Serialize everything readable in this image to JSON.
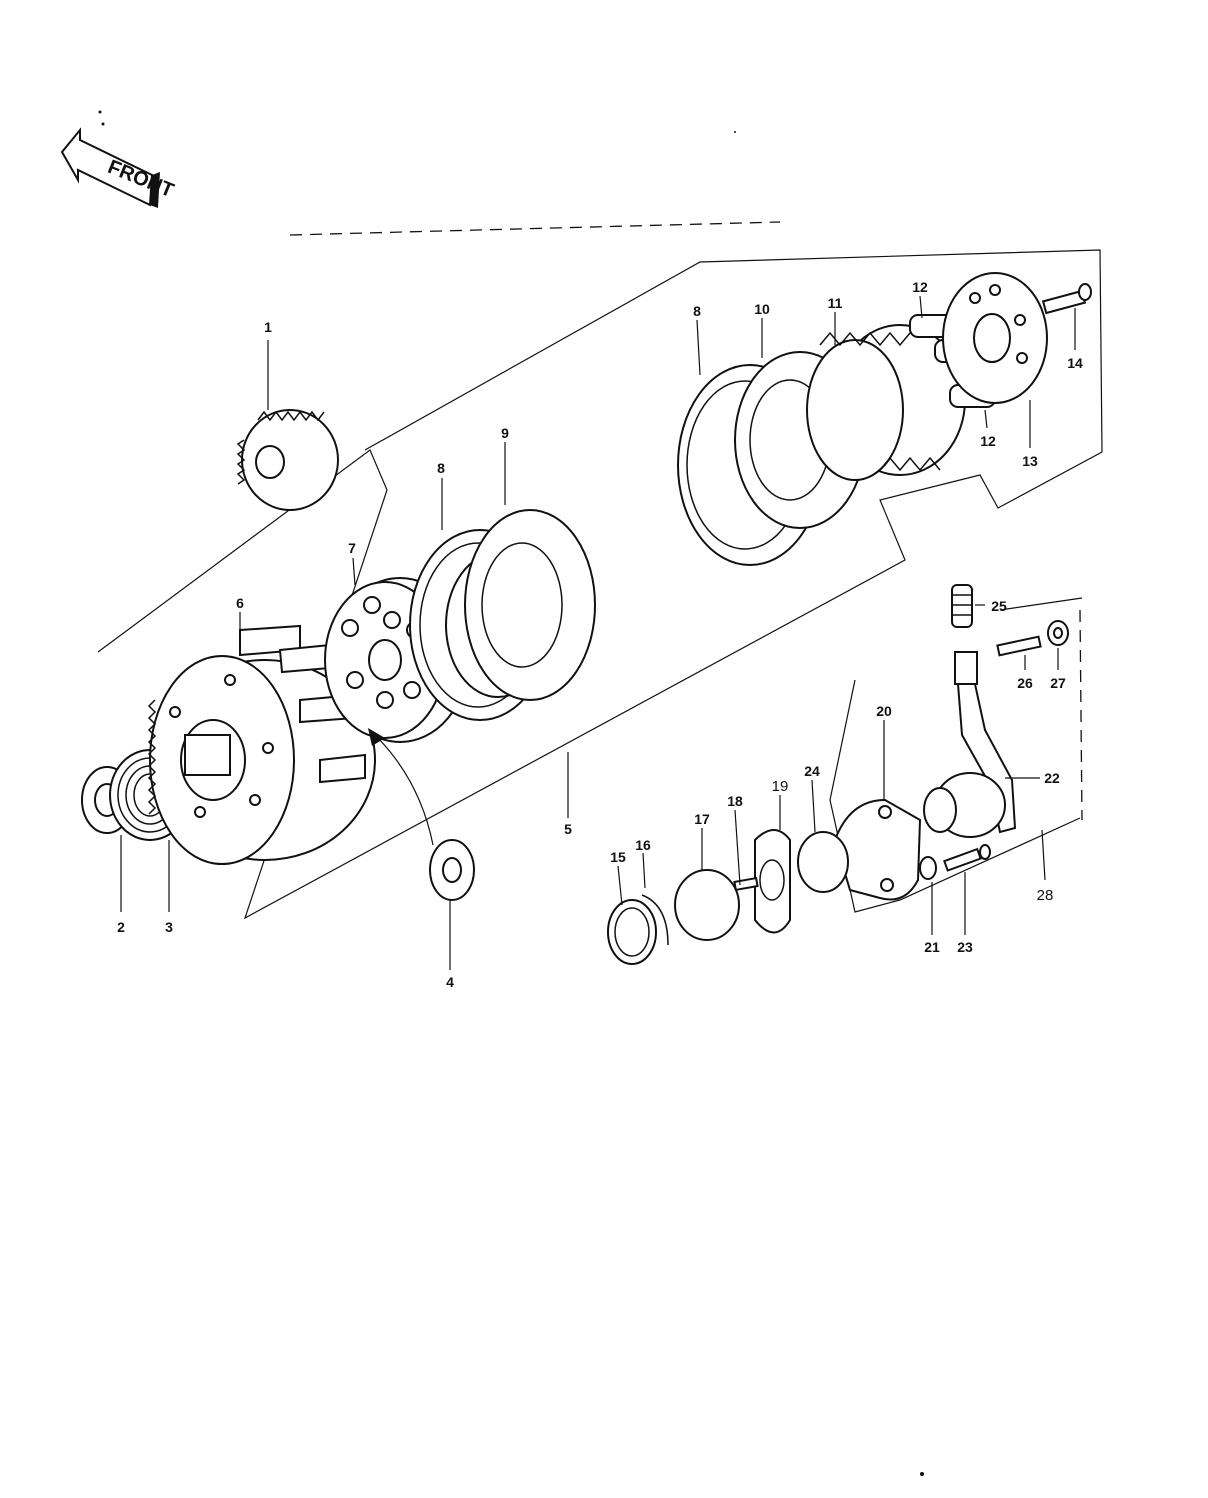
{
  "front_badge": {
    "text": "FRONT"
  },
  "callouts": [
    {
      "id": "1",
      "text": "1"
    },
    {
      "id": "2",
      "text": "2"
    },
    {
      "id": "3",
      "text": "3"
    },
    {
      "id": "4",
      "text": "4"
    },
    {
      "id": "5",
      "text": "5"
    },
    {
      "id": "6",
      "text": "6"
    },
    {
      "id": "7",
      "text": "7"
    },
    {
      "id": "8a",
      "text": "8"
    },
    {
      "id": "8b",
      "text": "8"
    },
    {
      "id": "9",
      "text": "9"
    },
    {
      "id": "10",
      "text": "10"
    },
    {
      "id": "11",
      "text": "11"
    },
    {
      "id": "12a",
      "text": "12"
    },
    {
      "id": "12b",
      "text": "12"
    },
    {
      "id": "13",
      "text": "13"
    },
    {
      "id": "14",
      "text": "14"
    },
    {
      "id": "15",
      "text": "15"
    },
    {
      "id": "16",
      "text": "16"
    },
    {
      "id": "17",
      "text": "17"
    },
    {
      "id": "18",
      "text": "18"
    },
    {
      "id": "19",
      "text": "19"
    },
    {
      "id": "20",
      "text": "20"
    },
    {
      "id": "21",
      "text": "21"
    },
    {
      "id": "22",
      "text": "22"
    },
    {
      "id": "23",
      "text": "23"
    },
    {
      "id": "24",
      "text": "24"
    },
    {
      "id": "25",
      "text": "25"
    },
    {
      "id": "26",
      "text": "26"
    },
    {
      "id": "27",
      "text": "27"
    },
    {
      "id": "28",
      "text": "28"
    }
  ]
}
